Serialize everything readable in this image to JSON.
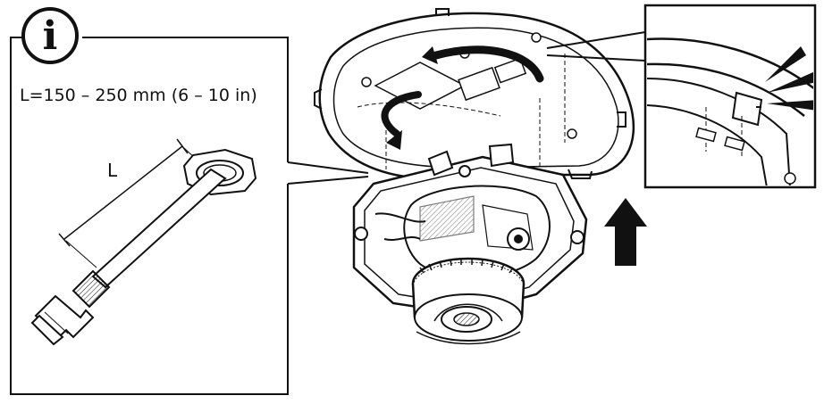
{
  "info_panel": {
    "icon": "info-icon",
    "icon_glyph": "i",
    "cable_length_label": "L=150 – 250 mm (6 – 10 in)",
    "dimension_letter": "L"
  },
  "main_illustration": {
    "arrow_direction": "up"
  },
  "colors": {
    "line": "#111111",
    "background": "#ffffff",
    "shade": "#d9d9d9"
  }
}
